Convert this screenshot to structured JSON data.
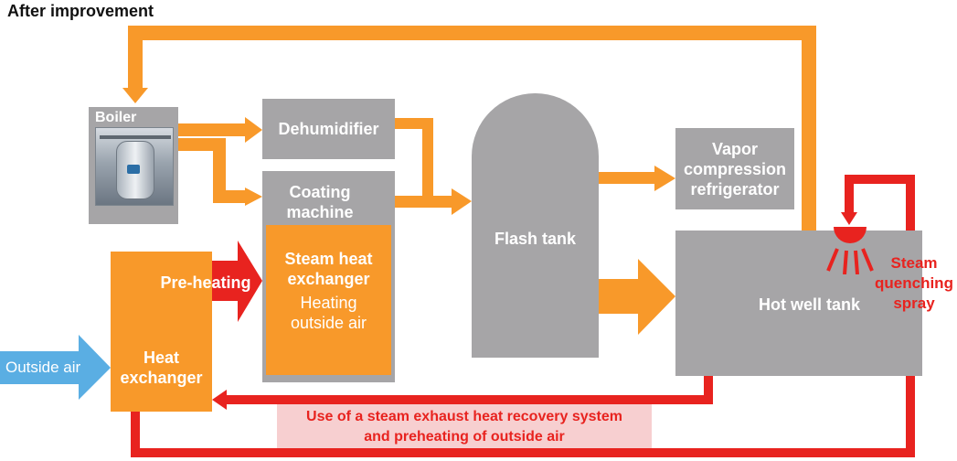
{
  "title": "After improvement",
  "nodes": {
    "boiler": "Boiler",
    "dehumidifier": "Dehumidifier",
    "coating_machine": "Coating machine",
    "steam_hx": "Steam heat exchanger",
    "steam_hx_sub": "Heating outside air",
    "flash_tank": "Flash tank",
    "vapor_comp": "Vapor compression refrigerator",
    "hot_well": "Hot well tank",
    "spray": "Steam quenching spray",
    "heat_exchanger": "Heat exchanger",
    "outside_air": "Outside air",
    "preheating": "Pre-heating"
  },
  "caption": {
    "line1": "Use of a steam exhaust heat recovery system",
    "line2": "and preheating of outside air"
  },
  "colors": {
    "gray": "#a6a5a7",
    "orange": "#f8992a",
    "red": "#e8231f",
    "blue": "#5aaee3",
    "caption_bg": "#f7cfd0"
  }
}
